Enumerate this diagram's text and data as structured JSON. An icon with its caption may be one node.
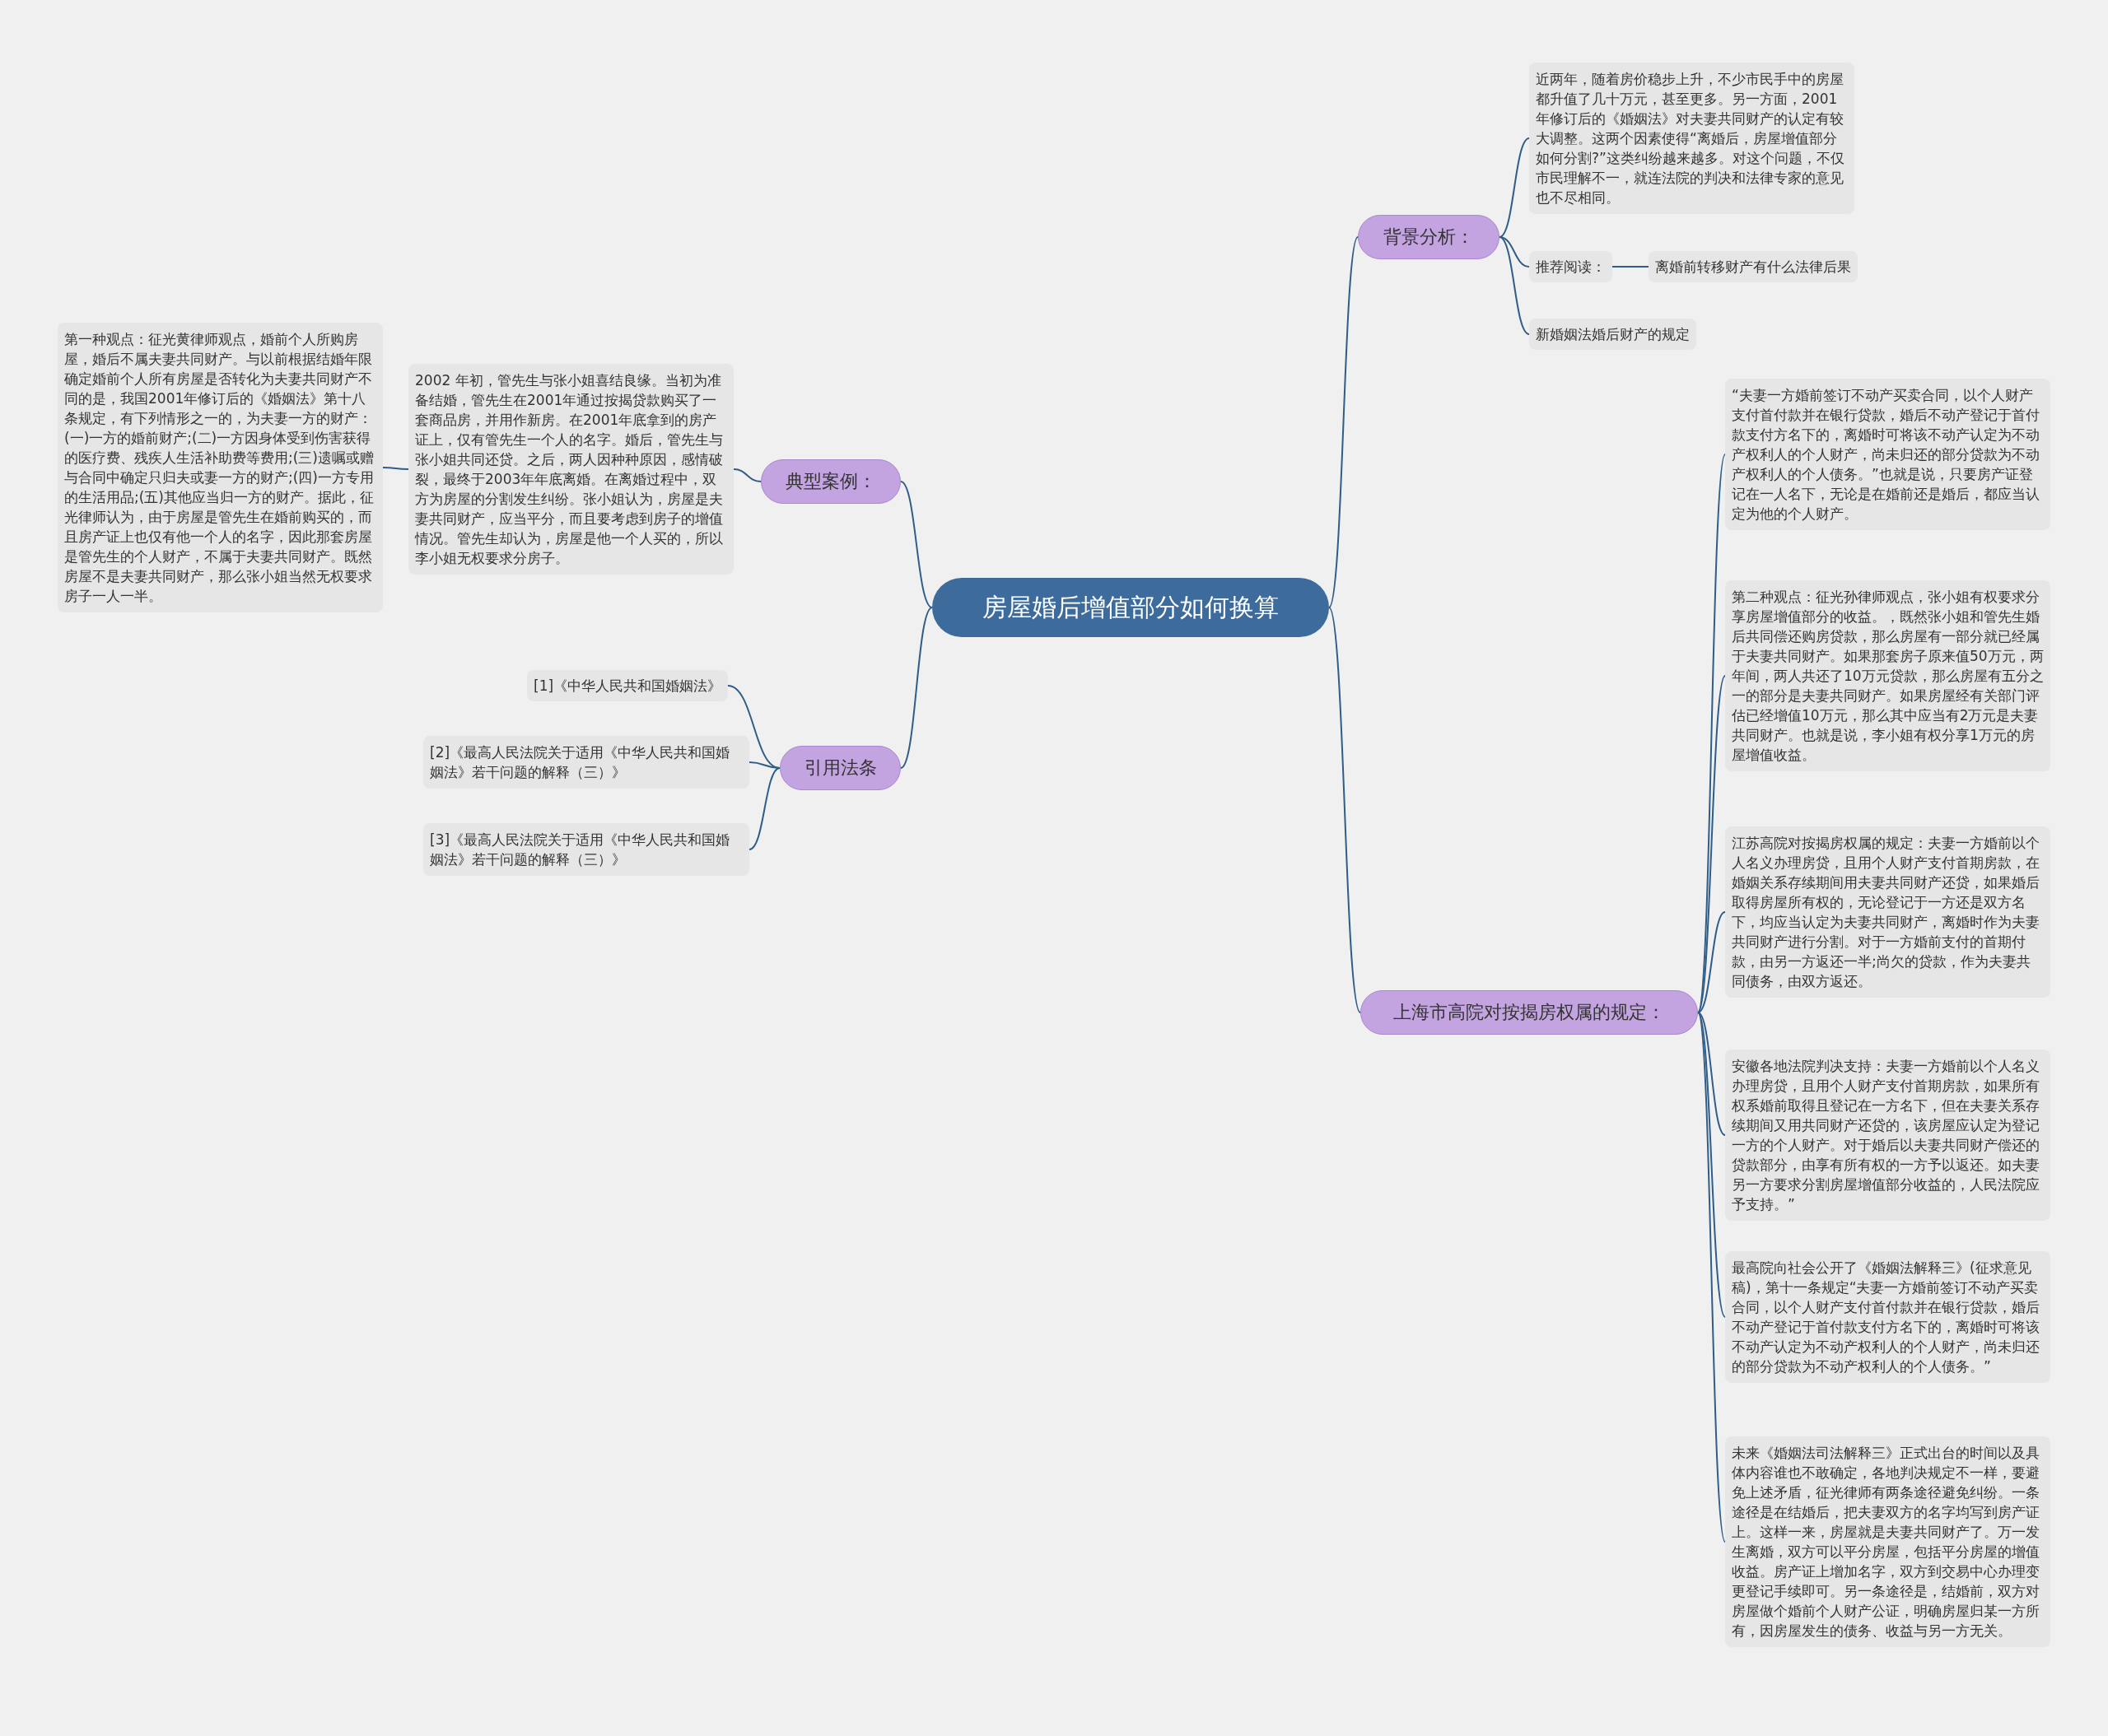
{
  "diagram": {
    "nodes": [
      {
        "text": [
          "房屋婚后增值部分如何换算"
        ]
      },
      {
        "text": [
          "背景分析："
        ]
      },
      {
        "text": [
          "近两年，随着房价稳步上升，不少市民手中的房屋都升值了几十万元，甚至更多。另一方面，2001年修订后的《婚姻法》对夫妻共同财产的认定有较大调整。这两个因素使得“离婚后，房屋增值部分如何分割?”这类纠纷越来越多。对这个问题，不仅市民理解不一，就连法院的判决和法律专家的意见也不尽相同。"
        ]
      },
      {
        "text": [
          "推荐阅读："
        ]
      },
      {
        "text": [
          "离婚前转移财产有什么法律后果"
        ]
      },
      {
        "text": [
          "新婚姻法婚后财产的规定"
        ]
      },
      {
        "text": [
          "上海市高院对按揭房权属的规定："
        ]
      },
      {
        "text": [
          "“夫妻一方婚前签订不动产买卖合同，以个人财产支付首付款并在银行贷款，婚后不动产登记于首付款支付方名下的，离婚时可将该不动产认定为不动产权利人的个人财产，尚未归还的部分贷款为不动产权利人的个人债务。”也就是说，只要房产证登记在一人名下，无论是在婚前还是婚后，都应当认定为他的个人财产。"
        ]
      },
      {
        "text": [
          "第二种观点：征光孙律师观点，张小姐有权要求分享房屋增值部分的收益。，既然张小姐和管先生婚后共同偿还购房贷款，那么房屋有一部分就已经属于夫妻共同财产。如果那套房子原来值50万元，两年间，两人共还了10万元贷款，那么房屋有五分之一的部分是夫妻共同财产。如果房屋经有关部门评估已经增值10万元，那么其中应当有2万元是夫妻共同财产。也就是说，李小姐有权分享1万元的房屋增值收益。"
        ]
      },
      {
        "text": [
          "江苏高院对按揭房权属的规定：夫妻一方婚前以个人名义办理房贷，且用个人财产支付首期房款，在婚姻关系存续期间用夫妻共同财产还贷，如果婚后取得房屋所有权的，无论登记于一方还是双方名下，均应当认定为夫妻共同财产，离婚时作为夫妻共同财产进行分割。对于一方婚前支付的首期付款，由另一方返还一半;尚欠的贷款，作为夫妻共同债务，由双方返还。"
        ]
      },
      {
        "text": [
          "安徽各地法院判决支持：夫妻一方婚前以个人名义办理房贷，且用个人财产支付首期房款，如果所有权系婚前取得且登记在一方名下，但在夫妻关系存续期间又用共同财产还贷的，该房屋应认定为登记一方的个人财产。对于婚后以夫妻共同财产偿还的贷款部分，由享有所有权的一方予以返还。如夫妻另一方要求分割房屋增值部分收益的，人民法院应予支持。”"
        ]
      },
      {
        "text": [
          "最高院向社会公开了《婚姻法解释三》(征求意见稿)，第十一条规定“夫妻一方婚前签订不动产买卖合同，以个人财产支付首付款并在银行贷款，婚后不动产登记于首付款支付方名下的，离婚时可将该不动产认定为不动产权利人的个人财产，尚未归还的部分贷款为不动产权利人的个人债务。”"
        ]
      },
      {
        "text": [
          "未来《婚姻法司法解释三》正式出台的时间以及具体内容谁也不敢确定，各地判决规定不一样，要避免上述矛盾，征光律师有两条途径避免纠纷。一条途径是在结婚后，把夫妻双方的名字均写到房产证上。这样一来，房屋就是夫妻共同财产了。万一发生离婚，双方可以平分房屋，包括平分房屋的增值收益。房产证上增加名字，双方到交易中心办理变更登记手续即可。另一条途径是，结婚前，双方对房屋做个婚前个人财产公证，明确房屋归某一方所有，因房屋发生的债务、收益与另一方无关。"
        ]
      },
      {
        "text": [
          "典型案例："
        ]
      },
      {
        "text": [
          "2002 年初，管先生与张小姐喜结良缘。当初为准备结婚，管先生在2001年通过按揭贷款购买了一套商品房，并用作新房。在2001年底拿到的房产证上，仅有管先生一个人的名字。婚后，管先生与张小姐共同还贷。之后，两人因种种原因，感情破裂，最终于2003年年底离婚。在离婚过程中，双方为房屋的分割发生纠纷。张小姐认为，房屋是夫妻共同财产，应当平分，而且要考虑到房子的增值情况。管先生却认为，房屋是他一个人买的，所以李小姐无权要求分房子。"
        ]
      },
      {
        "text": [
          "第一种观点：征光黄律师观点，婚前个人所购房屋，婚后不属夫妻共同财产。与以前根据结婚年限确定婚前个人所有房屋是否转化为夫妻共同财产不同的是，我国2001年修订后的《婚姻法》第十八条规定，有下列情形之一的，为夫妻一方的财产：(一)一方的婚前财产;(二)一方因身体受到伤害获得的医疗费、残疾人生活补助费等费用;(三)遗嘱或赠与合同中确定只归夫或妻一方的财产;(四)一方专用的生活用品;(五)其他应当归一方的财产。据此，征光律师认为，由于房屋是管先生在婚前购买的，而且房产证上也仅有他一个人的名字，因此那套房屋是管先生的个人财产，不属于夫妻共同财产。既然房屋不是夫妻共同财产，那么张小姐当然无权要求房子一人一半。"
        ]
      },
      {
        "text": [
          "引用法条"
        ]
      },
      {
        "text": [
          "[1]《中华人民共和国婚姻法》"
        ]
      },
      {
        "text": [
          "[2]《最高人民法院关于适用《中华人民共和国婚姻法》若干问题的解释（三）》"
        ]
      },
      {
        "text": [
          "[3]《最高人民法院关于适用《中华人民共和国婚姻法》若干问题的解释（三）》"
        ]
      }
    ],
    "edges": [
      {
        "from": 0,
        "to": 1,
        "arrow": "none"
      },
      {
        "from": 1,
        "to": 2,
        "arrow": "none"
      },
      {
        "from": 1,
        "to": 3,
        "arrow": "none"
      },
      {
        "from": 3,
        "to": 4,
        "arrow": "none"
      },
      {
        "from": 1,
        "to": 5,
        "arrow": "none"
      },
      {
        "from": 0,
        "to": 6,
        "arrow": "none"
      },
      {
        "from": 6,
        "to": 7,
        "arrow": "none"
      },
      {
        "from": 6,
        "to": 8,
        "arrow": "none"
      },
      {
        "from": 6,
        "to": 9,
        "arrow": "none"
      },
      {
        "from": 6,
        "to": 10,
        "arrow": "none"
      },
      {
        "from": 6,
        "to": 11,
        "arrow": "none"
      },
      {
        "from": 6,
        "to": 12,
        "arrow": "none"
      },
      {
        "from": 0,
        "to": 13,
        "arrow": "none"
      },
      {
        "from": 13,
        "to": 14,
        "arrow": "none"
      },
      {
        "from": 14,
        "to": 15,
        "arrow": "none"
      },
      {
        "from": 0,
        "to": 16,
        "arrow": "none"
      },
      {
        "from": 16,
        "to": 17,
        "arrow": "none"
      },
      {
        "from": 16,
        "to": 18,
        "arrow": "none"
      },
      {
        "from": 16,
        "to": 19,
        "arrow": "none"
      }
    ]
  }
}
